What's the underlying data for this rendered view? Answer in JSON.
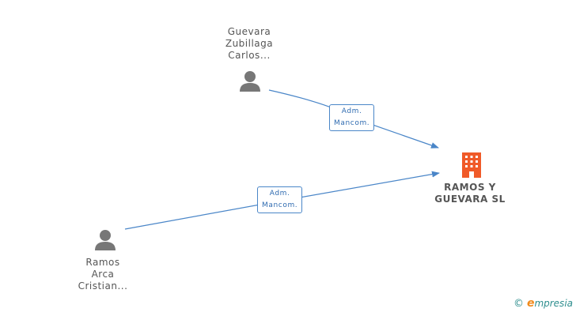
{
  "nodes": {
    "person1": {
      "lines": [
        "Guevara",
        "Zubillaga",
        "Carlos..."
      ],
      "icon": "person-icon"
    },
    "person2": {
      "lines": [
        "Ramos",
        "Arca",
        "Cristian..."
      ],
      "icon": "person-icon"
    },
    "company": {
      "lines": [
        "RAMOS Y",
        "GUEVARA SL"
      ],
      "icon": "building-icon"
    }
  },
  "edges": [
    {
      "from": "person1",
      "to": "company",
      "label": [
        "Adm.",
        "Mancom."
      ]
    },
    {
      "from": "person2",
      "to": "company",
      "label": [
        "Adm.",
        "Mancom."
      ]
    }
  ],
  "colors": {
    "edge": "#4a86c8",
    "person": "#777777",
    "company": "#f05a28"
  },
  "watermark": {
    "copyright": "©",
    "brand_initial": "e",
    "brand_rest": "mpresia"
  }
}
